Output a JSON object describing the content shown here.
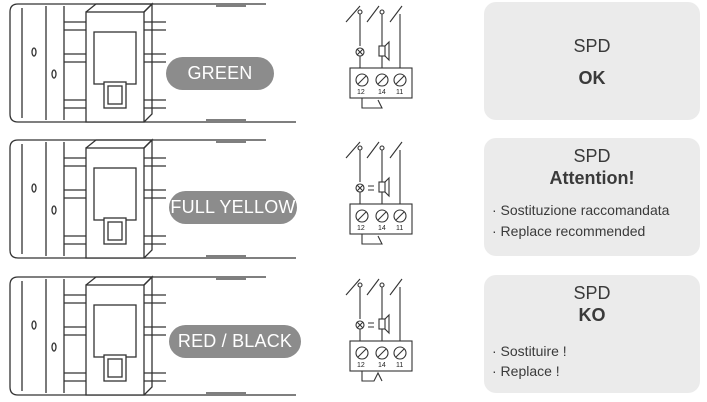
{
  "rows": [
    {
      "indicator_color": "GREEN",
      "card": {
        "title": "SPD",
        "status": "OK",
        "notes": []
      },
      "terminals": [
        "12",
        "14",
        "11"
      ]
    },
    {
      "indicator_color": "FULL YELLOW",
      "card": {
        "title": "SPD",
        "status": "Attention!",
        "notes": [
          "· Sostituzione raccomandata",
          "· Replace recommended"
        ]
      },
      "terminals": [
        "12",
        "14",
        "11"
      ]
    },
    {
      "indicator_color": "RED / BLACK",
      "card": {
        "title": "SPD",
        "status": "KO",
        "notes": [
          "· Sostituire !",
          "· Replace !"
        ]
      },
      "terminals": [
        "12",
        "14",
        "11"
      ]
    }
  ],
  "colors": {
    "pill": "#8c8c8c",
    "card": "#ebebeb",
    "line": "#333333"
  },
  "icons": [
    "lamp-icon",
    "buzzer-icon",
    "screw-terminal-icon"
  ]
}
